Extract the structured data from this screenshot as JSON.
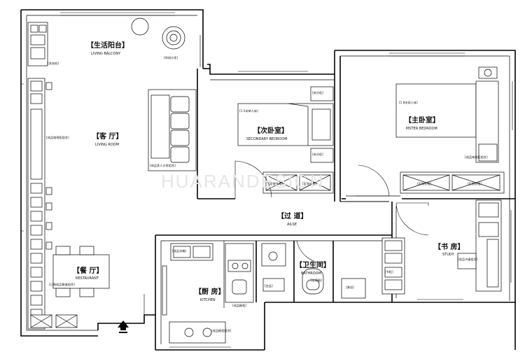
{
  "rooms": {
    "living_balcony": {
      "cn": "【生活阳台】",
      "en": "LIVING BALCONY"
    },
    "living_room": {
      "cn": "【客 厅】",
      "en": "LIVING ROOM"
    },
    "restaurant": {
      "cn": "【餐 厅】",
      "en": "RESTAURANT"
    },
    "secondary_bedroom": {
      "cn": "【次卧室】",
      "en": "SECONDARY BEDROOM"
    },
    "master_bedroom": {
      "cn": "【主卧室】",
      "en": "MSTER BEDROOM"
    },
    "aisle": {
      "cn": "【过 道】",
      "en": "AILSE"
    },
    "kitchen": {
      "cn": "【厨 房】",
      "en": "KITCHEN"
    },
    "bathroom": {
      "cn": "【卫生间】",
      "en": "BATHROOM"
    },
    "study": {
      "cn": "【书 房】",
      "en": "STUDY"
    }
  },
  "furniture_labels": {
    "washing_machine": "[洗衣机]",
    "recliner": "[休闲沙发]",
    "sofa": "[成品多人沙发组合]",
    "tv_cabinet": "[成品电视柜组合]",
    "dining_set": "[订制成品餐桌组合]",
    "bed_single": "[1.5米单人床]",
    "bedside_1": "[床头柜]",
    "bedside_2": "[床头柜]",
    "wardrobe_2a": "[定制衣柜]",
    "wardrobe_2b": "[定制衣柜]",
    "bed_double": "[1.8米双人床]",
    "master_tv": "[成品电视柜组合]",
    "wardrobe_1a": "[定制衣柜]",
    "wardrobe_1b": "[定制衣柜]",
    "fridge": "[成品冰箱]",
    "sink_cabinet": "[成品橱柜]",
    "kitchen_cabinet": "[成品橱柜组合]",
    "basin": "[台盆]",
    "toilet": "[坐便器]",
    "shower": "[淋浴]",
    "bookcase": "[书柜]",
    "desk": "[成品书桌组合]"
  },
  "watermark": "HUARANDESIGN"
}
